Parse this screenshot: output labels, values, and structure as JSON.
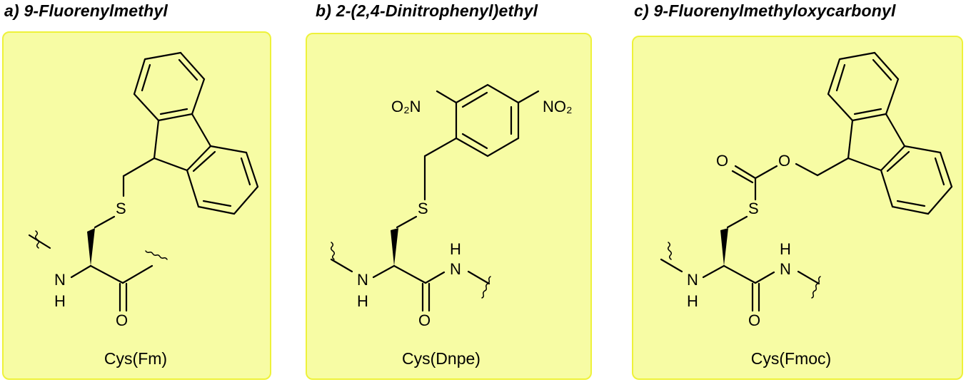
{
  "panels": [
    {
      "title": "a) 9-Fluorenylmethyl",
      "caption": "Cys(Fm)",
      "protecting_group": "Fm",
      "atoms": {
        "S": "S",
        "N": "N",
        "H": "H",
        "O": "O"
      }
    },
    {
      "title": "b) 2-(2,4-Dinitrophenyl)ethyl",
      "caption": "Cys(Dnpe)",
      "protecting_group": "Dnpe",
      "atoms": {
        "S": "S",
        "N": "N",
        "H": "H",
        "O": "O",
        "NO2_left": "O₂N",
        "NO2_right": "NO₂"
      }
    },
    {
      "title": "c) 9-Fluorenylmethyloxycarbonyl",
      "caption": "Cys(Fmoc)",
      "protecting_group": "Fmoc",
      "atoms": {
        "S": "S",
        "N": "N",
        "H": "H",
        "O": "O"
      }
    }
  ],
  "colors": {
    "panel_fill": "#f7fca4",
    "panel_border": "#eef23a",
    "bond": "#000000"
  }
}
